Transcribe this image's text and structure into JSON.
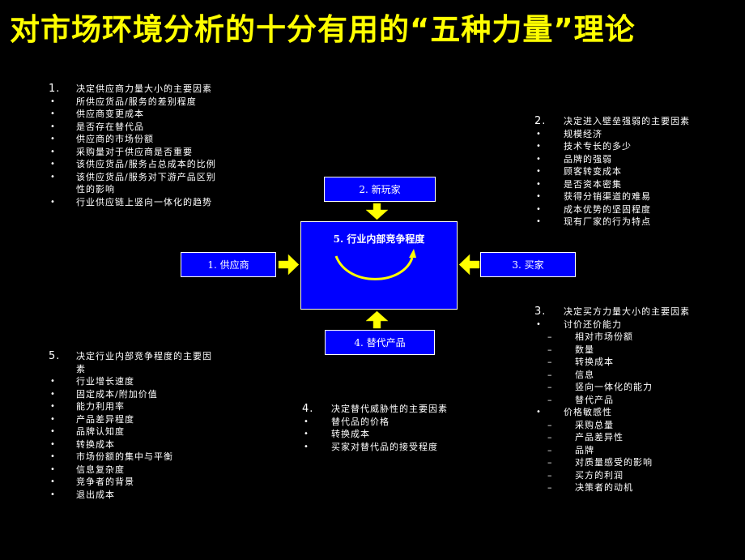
{
  "title": "对市场环境分析的十分有用的“五种力量”理论",
  "colors": {
    "title": "#ffff00",
    "box": "#0000ff",
    "arrow": "#ffff00",
    "background": "#000000"
  },
  "boxes": {
    "new_entrants": "2. 新玩家",
    "rivalry": "5. 行业内部竞争程度",
    "suppliers": "1. 供应商",
    "buyers": "3. 买家",
    "substitutes": "4. 替代产品"
  },
  "supplier_factors": {
    "num": "1.",
    "heading": "决定供应商力量大小的主要因素",
    "items": [
      "所供应货品/服务的差别程度",
      "供应商变更成本",
      "是否存在替代品",
      "供应商的市场份额",
      "采购量对于供应商是否重要",
      "该供应货品/服务占总成本的比例",
      "该供应货品/服务对下游产品区别性的影响",
      "行业供应链上竖向一体化的趋势"
    ]
  },
  "entry_factors": {
    "num": "2.",
    "heading": "决定进入壁垒强弱的主要因素",
    "items": [
      "规模经济",
      "技术专长的多少",
      "品牌的强弱",
      "顾客转变成本",
      "是否资本密集",
      "获得分销渠道的难易",
      "成本优势的坚固程度",
      "现有厂家的行为特点"
    ]
  },
  "buyer_factors": {
    "num": "3.",
    "heading": "决定买方力量大小的主要因素",
    "group1": "讨价还价能力",
    "group1_items": [
      "相对市场份额",
      "数量",
      "转换成本",
      "信息",
      "竖向一体化的能力",
      "替代产品"
    ],
    "group2": "价格敏感性",
    "group2_items": [
      "采购总量",
      "产品差异性",
      "品牌",
      "对质量感受的影响",
      "买方的利润",
      "决策者的动机"
    ]
  },
  "substitute_factors": {
    "num": "4.",
    "heading": "决定替代威胁性的主要因素",
    "items": [
      "替代品的价格",
      "转换成本",
      "买家对替代品的接受程度"
    ]
  },
  "rivalry_factors": {
    "num": "5.",
    "heading": "决定行业内部竞争程度的主要因素",
    "items": [
      "行业增长速度",
      "固定成本/附加价值",
      "能力利用率",
      "产品差异程度",
      "品牌认知度",
      "转换成本",
      "市场份额的集中与平衡",
      "信息复杂度",
      "竞争者的背景",
      "退出成本"
    ]
  }
}
